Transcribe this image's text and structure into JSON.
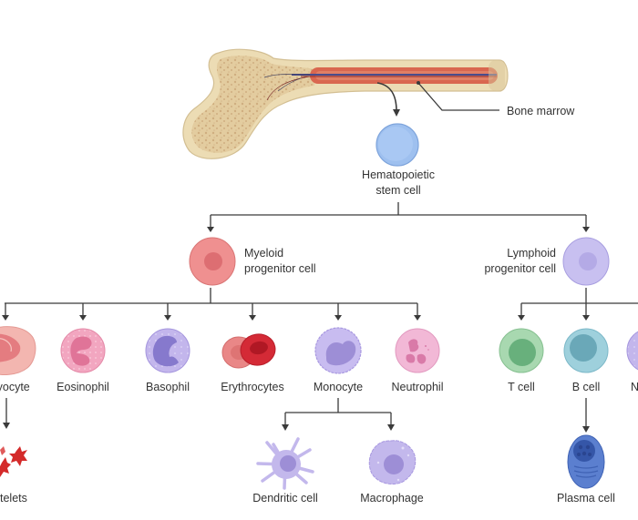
{
  "title": "Hematopoiesis from bone marrow",
  "bone": {
    "label": "Bone marrow"
  },
  "stem": {
    "line1": "Hematopoietic",
    "line2": "stem cell"
  },
  "myeloid": {
    "line1": "Myeloid",
    "line2": "progenitor cell"
  },
  "lymphoid": {
    "line1": "Lymphoid",
    "line2": "progenitor cell"
  },
  "myeloid_children": [
    {
      "label": "Megakaryocyte",
      "visible_label": "karyocyte"
    },
    {
      "label": "Eosinophil"
    },
    {
      "label": "Basophil"
    },
    {
      "label": "Erythrocytes"
    },
    {
      "label": "Monocyte"
    },
    {
      "label": "Neutrophil"
    }
  ],
  "lymphoid_children": [
    {
      "label": "T cell"
    },
    {
      "label": "B cell"
    },
    {
      "label": "NK cell",
      "visible_label": "N"
    }
  ],
  "third_level": {
    "platelets": {
      "label": "Platelets",
      "visible_label": "telets"
    },
    "dendritic": {
      "label": "Dendritic cell"
    },
    "macrophage": {
      "label": "Macrophage"
    },
    "plasma": {
      "label": "Plasma cell"
    }
  },
  "colors": {
    "bone": "#ecdcb4",
    "bone_spongy": "#d8b98c",
    "marrow": "#d9674f",
    "stem": "#9ec0ef",
    "myeloid": "#ef9090",
    "lymphoid": "#c8c0f0",
    "tcell": "#a8d8b0",
    "bcell": "#9ed0dc",
    "platelet": "#d42a2a",
    "plasma": "#5b7fcf"
  }
}
